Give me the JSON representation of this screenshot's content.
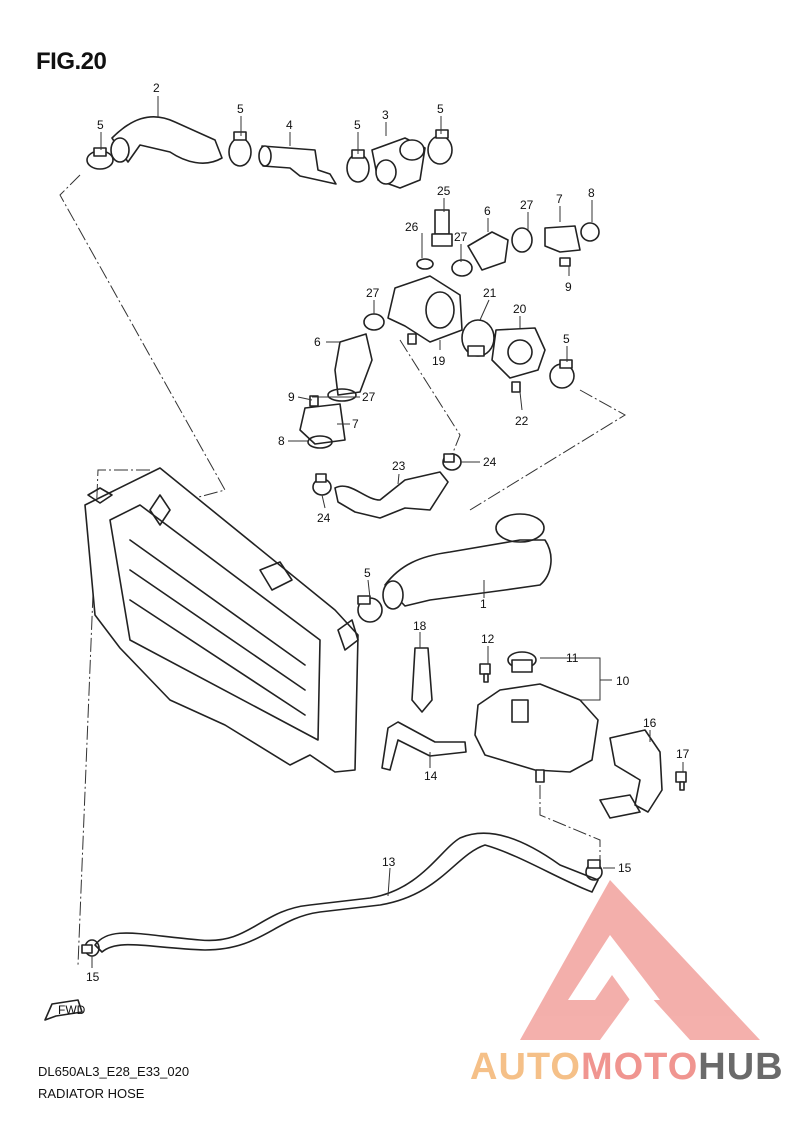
{
  "figure": {
    "title": "FIG.20",
    "model_code": "DL650AL3_E28_E33_020",
    "caption": "RADIATOR HOSE"
  },
  "direction_marker": "FWD",
  "watermark": {
    "text_parts": [
      "AUTO",
      "MOTO",
      "HUB"
    ],
    "colors": [
      "#f5c088",
      "#f09590",
      "#6a6a6a"
    ],
    "logo_color": "#f09590"
  },
  "callouts": {
    "c1": "1",
    "c2": "2",
    "c3": "3",
    "c4": "4",
    "c5a": "5",
    "c5b": "5",
    "c5c": "5",
    "c5d": "5",
    "c5e": "5",
    "c5f": "5",
    "c6a": "6",
    "c6b": "6",
    "c7a": "7",
    "c7b": "7",
    "c8a": "8",
    "c8b": "8",
    "c9a": "9",
    "c9b": "9",
    "c10": "10",
    "c11": "11",
    "c12": "12",
    "c13": "13",
    "c14": "14",
    "c15a": "15",
    "c15b": "15",
    "c16": "16",
    "c17": "17",
    "c18": "18",
    "c19": "19",
    "c20": "20",
    "c21": "21",
    "c22": "22",
    "c23": "23",
    "c24a": "24",
    "c24b": "24",
    "c25": "25",
    "c26": "26",
    "c27a": "27",
    "c27b": "27",
    "c27c": "27"
  }
}
